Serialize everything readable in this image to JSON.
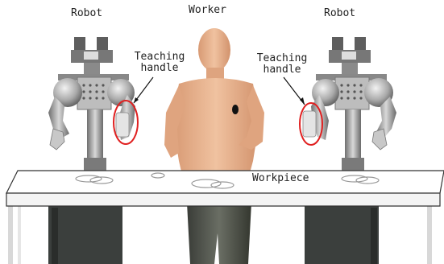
{
  "labels": {
    "robot_left": "Robot",
    "worker": "Worker",
    "robot_right": "Robot",
    "teaching_handle_left": [
      "Teaching",
      "handle"
    ],
    "teaching_handle_right": [
      "Teaching",
      "handle"
    ],
    "workpiece": "Workpiece"
  },
  "colors": {
    "highlight_ellipse": "#e02020",
    "skin": "#e8b48f",
    "robot_metal": "#9a9a9a",
    "table_top": "#ffffff",
    "dark_base": "#3b3f3d"
  }
}
